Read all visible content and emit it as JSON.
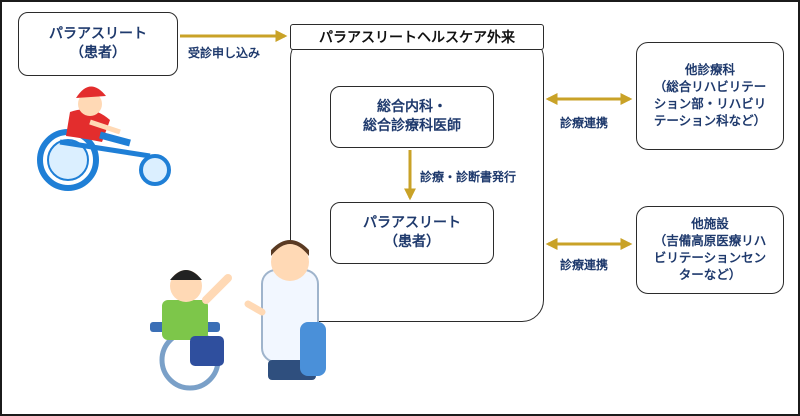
{
  "patient_top": {
    "line1": "パラアスリート",
    "line2": "（患者）"
  },
  "reception_label": "受診申し込み",
  "outpatient": {
    "title": "パラアスリートヘルスケア外来"
  },
  "internal_med": {
    "line1": "総合内科・",
    "line2": "総合診療科医師"
  },
  "diagnosis_label": "診療・診断書発行",
  "patient_inner": {
    "line1": "パラアスリート",
    "line2": "（患者）"
  },
  "dept_other": {
    "line1": "他診療科",
    "line2": "（総合リハビリテー",
    "line3": "ション部・リハビリ",
    "line4": "テーション科など）"
  },
  "facility_other": {
    "line1": "他施設",
    "line2": "（吉備高原医療リハ",
    "line3": "ビリテーションセン",
    "line4": "ターなど）"
  },
  "coop_label_1": "診療連携",
  "coop_label_2": "診療連携",
  "colors": {
    "arrow": "#c9a227",
    "text": "#1f3a6d",
    "border": "#2b2b2b"
  }
}
